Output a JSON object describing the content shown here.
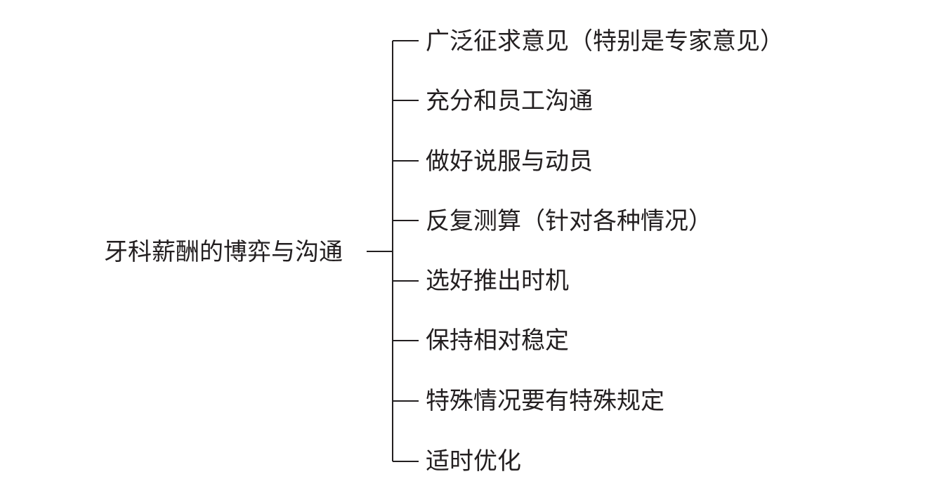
{
  "root": {
    "label": "牙科薪酬的博弈与沟通"
  },
  "branches": [
    {
      "label": "广泛征求意见（特别是专家意见）"
    },
    {
      "label": "充分和员工沟通"
    },
    {
      "label": "做好说服与动员"
    },
    {
      "label": "反复测算（针对各种情况）"
    },
    {
      "label": "选好推出时机"
    },
    {
      "label": "保持相对稳定"
    },
    {
      "label": "特殊情况要有特殊规定"
    },
    {
      "label": "适时优化"
    }
  ],
  "colors": {
    "line": "#231f20",
    "text": "#231f20",
    "background": "#ffffff"
  }
}
